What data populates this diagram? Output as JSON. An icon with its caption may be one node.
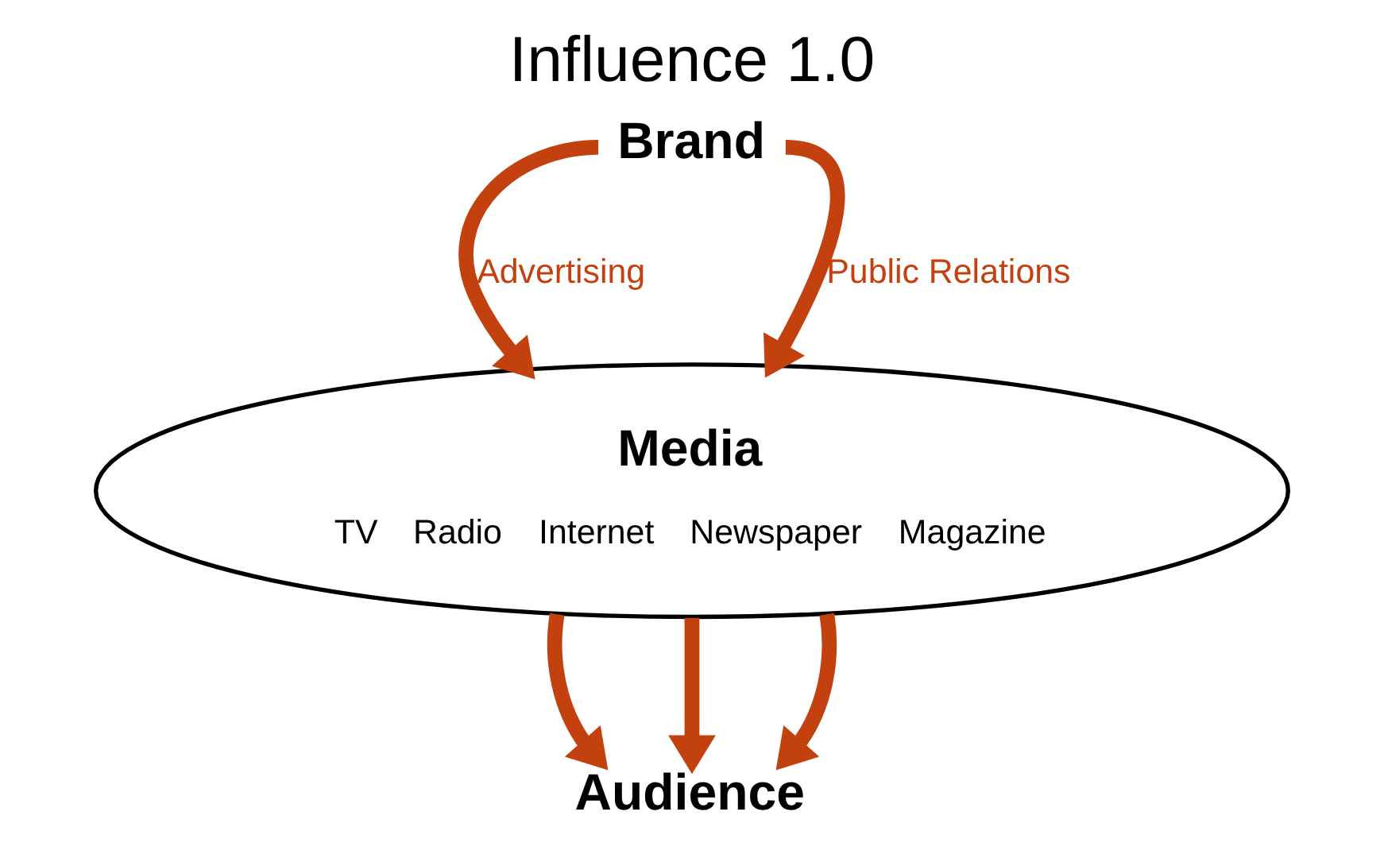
{
  "diagram": {
    "title": "Influence 1.0",
    "nodes": [
      {
        "text": [
          "Brand"
        ]
      },
      {
        "text": [
          "Media",
          "TV",
          "Radio",
          "Internet",
          "Newspaper",
          "Magazine"
        ]
      },
      {
        "text": [
          "Audience"
        ]
      }
    ],
    "edges": [
      {
        "from": 0,
        "to": 1,
        "arrow": "to",
        "label": "Advertising"
      },
      {
        "from": 0,
        "to": 1,
        "arrow": "to",
        "label": "Public Relations"
      },
      {
        "from": 1,
        "to": 2,
        "arrow": "to"
      },
      {
        "from": 1,
        "to": 2,
        "arrow": "to"
      },
      {
        "from": 1,
        "to": 2,
        "arrow": "to"
      }
    ]
  }
}
